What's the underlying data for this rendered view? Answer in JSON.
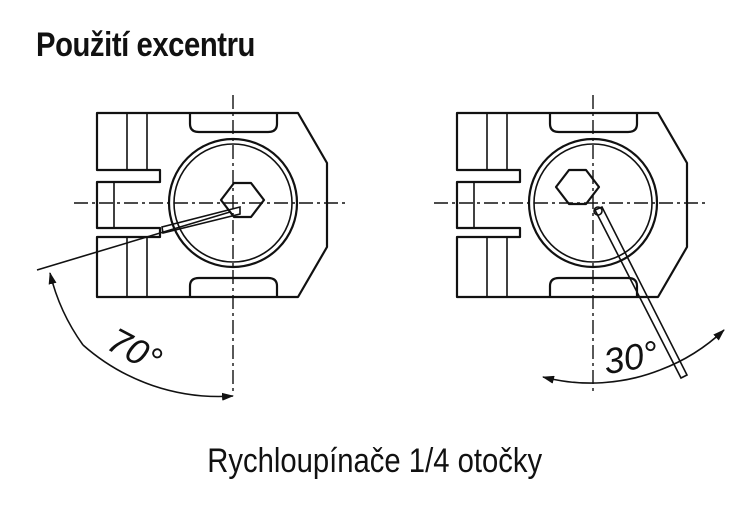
{
  "title": "Použití excentru",
  "caption": "Rychloupínače 1/4 otočky",
  "views": [
    {
      "angle_label": "70°"
    },
    {
      "angle_label": "30°"
    }
  ]
}
